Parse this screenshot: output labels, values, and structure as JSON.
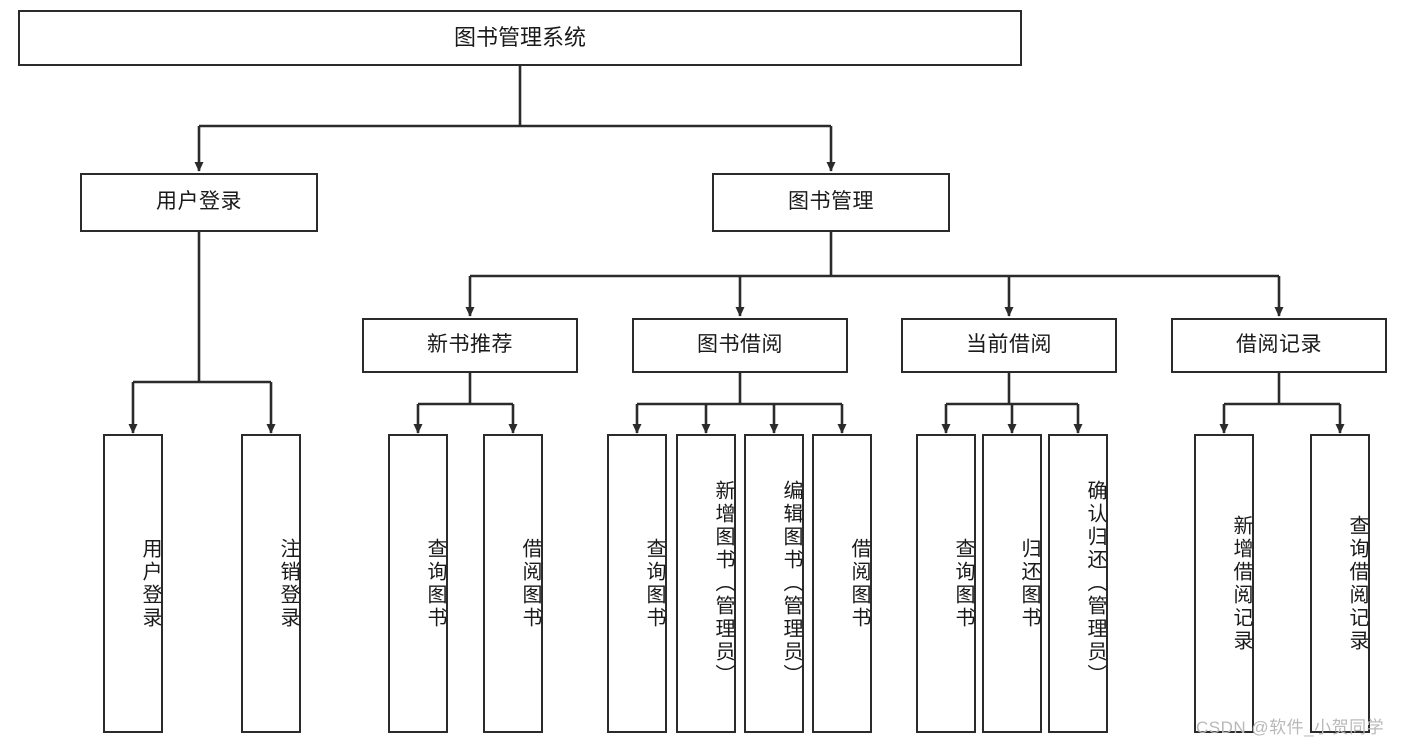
{
  "diagram": {
    "title": "图书管理系统",
    "type": "hierarchy-tree",
    "root": {
      "label": "图书管理系统"
    },
    "level2": [
      {
        "key": "user-login",
        "label": "用户登录"
      },
      {
        "key": "book-management",
        "label": "图书管理"
      }
    ],
    "level3": [
      {
        "key": "new-book-recommend",
        "label": "新书推荐"
      },
      {
        "key": "book-borrow",
        "label": "图书借阅"
      },
      {
        "key": "current-borrow",
        "label": "当前借阅"
      },
      {
        "key": "borrow-record",
        "label": "借阅记录"
      }
    ],
    "leaves": {
      "user_login": [
        {
          "key": "user-login-leaf",
          "label": "用户登录"
        },
        {
          "key": "logout-leaf",
          "label": "注销登录"
        }
      ],
      "new_book_recommend": [
        {
          "key": "query-book-1",
          "label": "查询图书"
        },
        {
          "key": "borrow-book-1",
          "label": "借阅图书"
        }
      ],
      "book_borrow": [
        {
          "key": "query-book-2",
          "label": "查询图书"
        },
        {
          "key": "add-book-admin",
          "label": "新增图书（管理员）"
        },
        {
          "key": "edit-book-admin",
          "label": "编辑图书（管理员）"
        },
        {
          "key": "borrow-book-2",
          "label": "借阅图书"
        }
      ],
      "current_borrow": [
        {
          "key": "query-book-3",
          "label": "查询图书"
        },
        {
          "key": "return-book",
          "label": "归还图书"
        },
        {
          "key": "confirm-return-admin",
          "label": "确认归还（管理员）"
        }
      ],
      "borrow_record": [
        {
          "key": "add-borrow-record",
          "label": "新增借阅记录"
        },
        {
          "key": "query-borrow-record",
          "label": "查询借阅记录"
        }
      ]
    }
  },
  "watermark": {
    "text": "CSDN @软件_小贺同学"
  },
  "colors": {
    "stroke": "#2b2b2b",
    "background": "#ffffff",
    "text": "#1a1a1a",
    "watermark": "#b9b9b9"
  }
}
